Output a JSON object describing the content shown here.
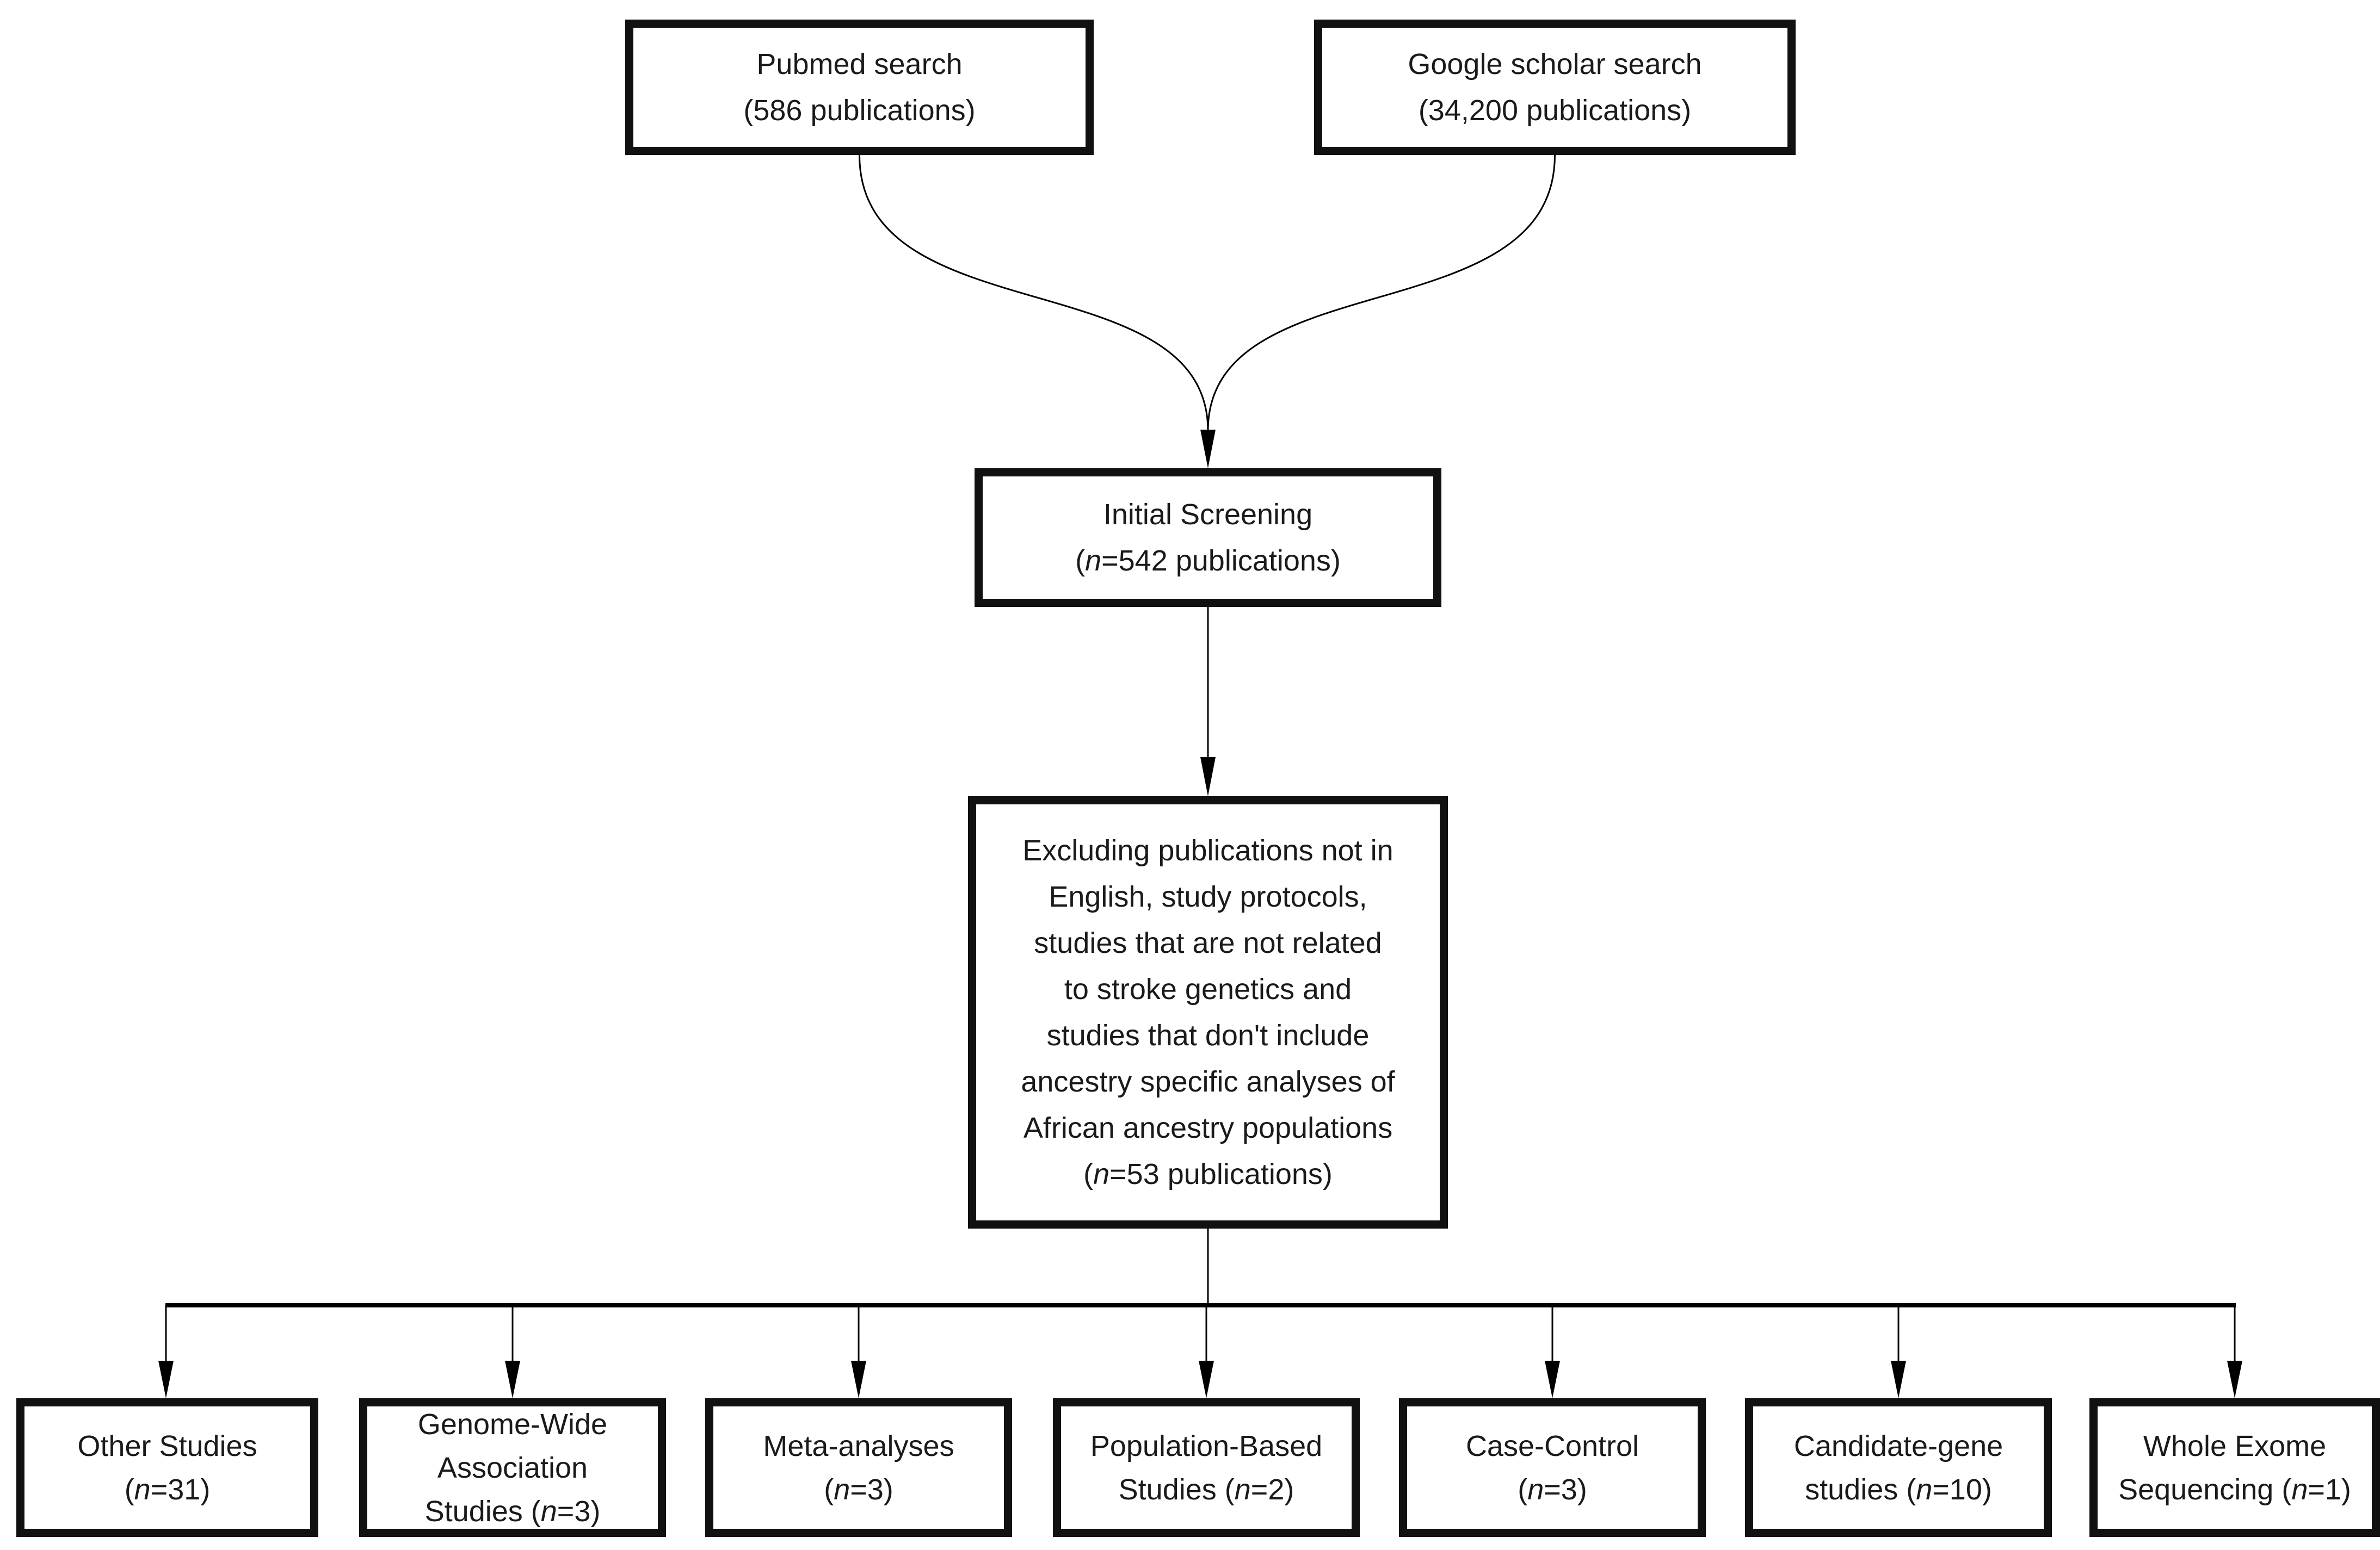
{
  "diagram": {
    "background_color": "#ffffff",
    "line_color": "#000000",
    "text_color": "#1a1a1a",
    "sources": [
      {
        "title": "Pubmed search",
        "count": "(586 publications)"
      },
      {
        "title": "Google scholar search",
        "count": "(34,200 publications)"
      }
    ],
    "screening": {
      "title": "Initial Screening",
      "count": {
        "open": "(",
        "n": "n",
        "rest": "=542 publications)"
      }
    },
    "exclusion": {
      "lines": [
        "Excluding publications not in",
        "English, study protocols,",
        "studies that are not related",
        "to stroke genetics and",
        "studies that don't include",
        "ancestry specific analyses of",
        "African ancestry populations"
      ],
      "count": {
        "open": "(",
        "n": "n",
        "rest": "=53 publications)"
      }
    },
    "categories": [
      {
        "label_lines": [
          "Other Studies"
        ],
        "count_prefix": "",
        "count": {
          "open": "(",
          "n": "n",
          "rest": "=31)"
        }
      },
      {
        "label_lines": [
          "Genome-Wide",
          "Association"
        ],
        "count_prefix": "Studies ",
        "count": {
          "open": "(",
          "n": "n",
          "rest": "=3)"
        }
      },
      {
        "label_lines": [
          "Meta-analyses"
        ],
        "count_prefix": "",
        "count": {
          "open": "(",
          "n": "n",
          "rest": "=3)"
        }
      },
      {
        "label_lines": [
          "Population-Based"
        ],
        "count_prefix": "Studies ",
        "count": {
          "open": "(",
          "n": "n",
          "rest": "=2)"
        }
      },
      {
        "label_lines": [
          "Case-Control"
        ],
        "count_prefix": "",
        "count": {
          "open": "(",
          "n": "n",
          "rest": "=3)"
        }
      },
      {
        "label_lines": [
          "Candidate-gene"
        ],
        "count_prefix": "studies ",
        "count": {
          "open": "(",
          "n": "n",
          "rest": "=10)"
        }
      },
      {
        "label_lines": [
          "Whole Exome"
        ],
        "count_prefix": "Sequencing ",
        "count": {
          "open": "(",
          "n": "n",
          "rest": "=1)"
        }
      }
    ]
  }
}
